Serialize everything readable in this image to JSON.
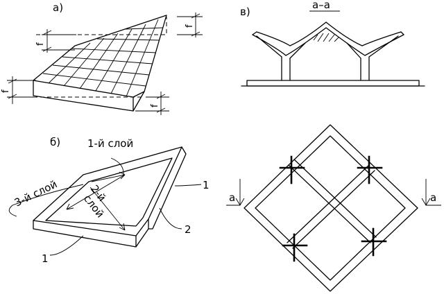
{
  "labels": {
    "fig_a": "а)",
    "fig_b": "б)",
    "fig_v": "в)",
    "section": "а–а",
    "dim_f": "f",
    "layer_1": "1-й слой",
    "layer_2a": "2-й",
    "layer_2b": "слой",
    "layer_3": "3-й слой",
    "callout_1": "1",
    "callout_2": "2",
    "section_mark": "а"
  }
}
